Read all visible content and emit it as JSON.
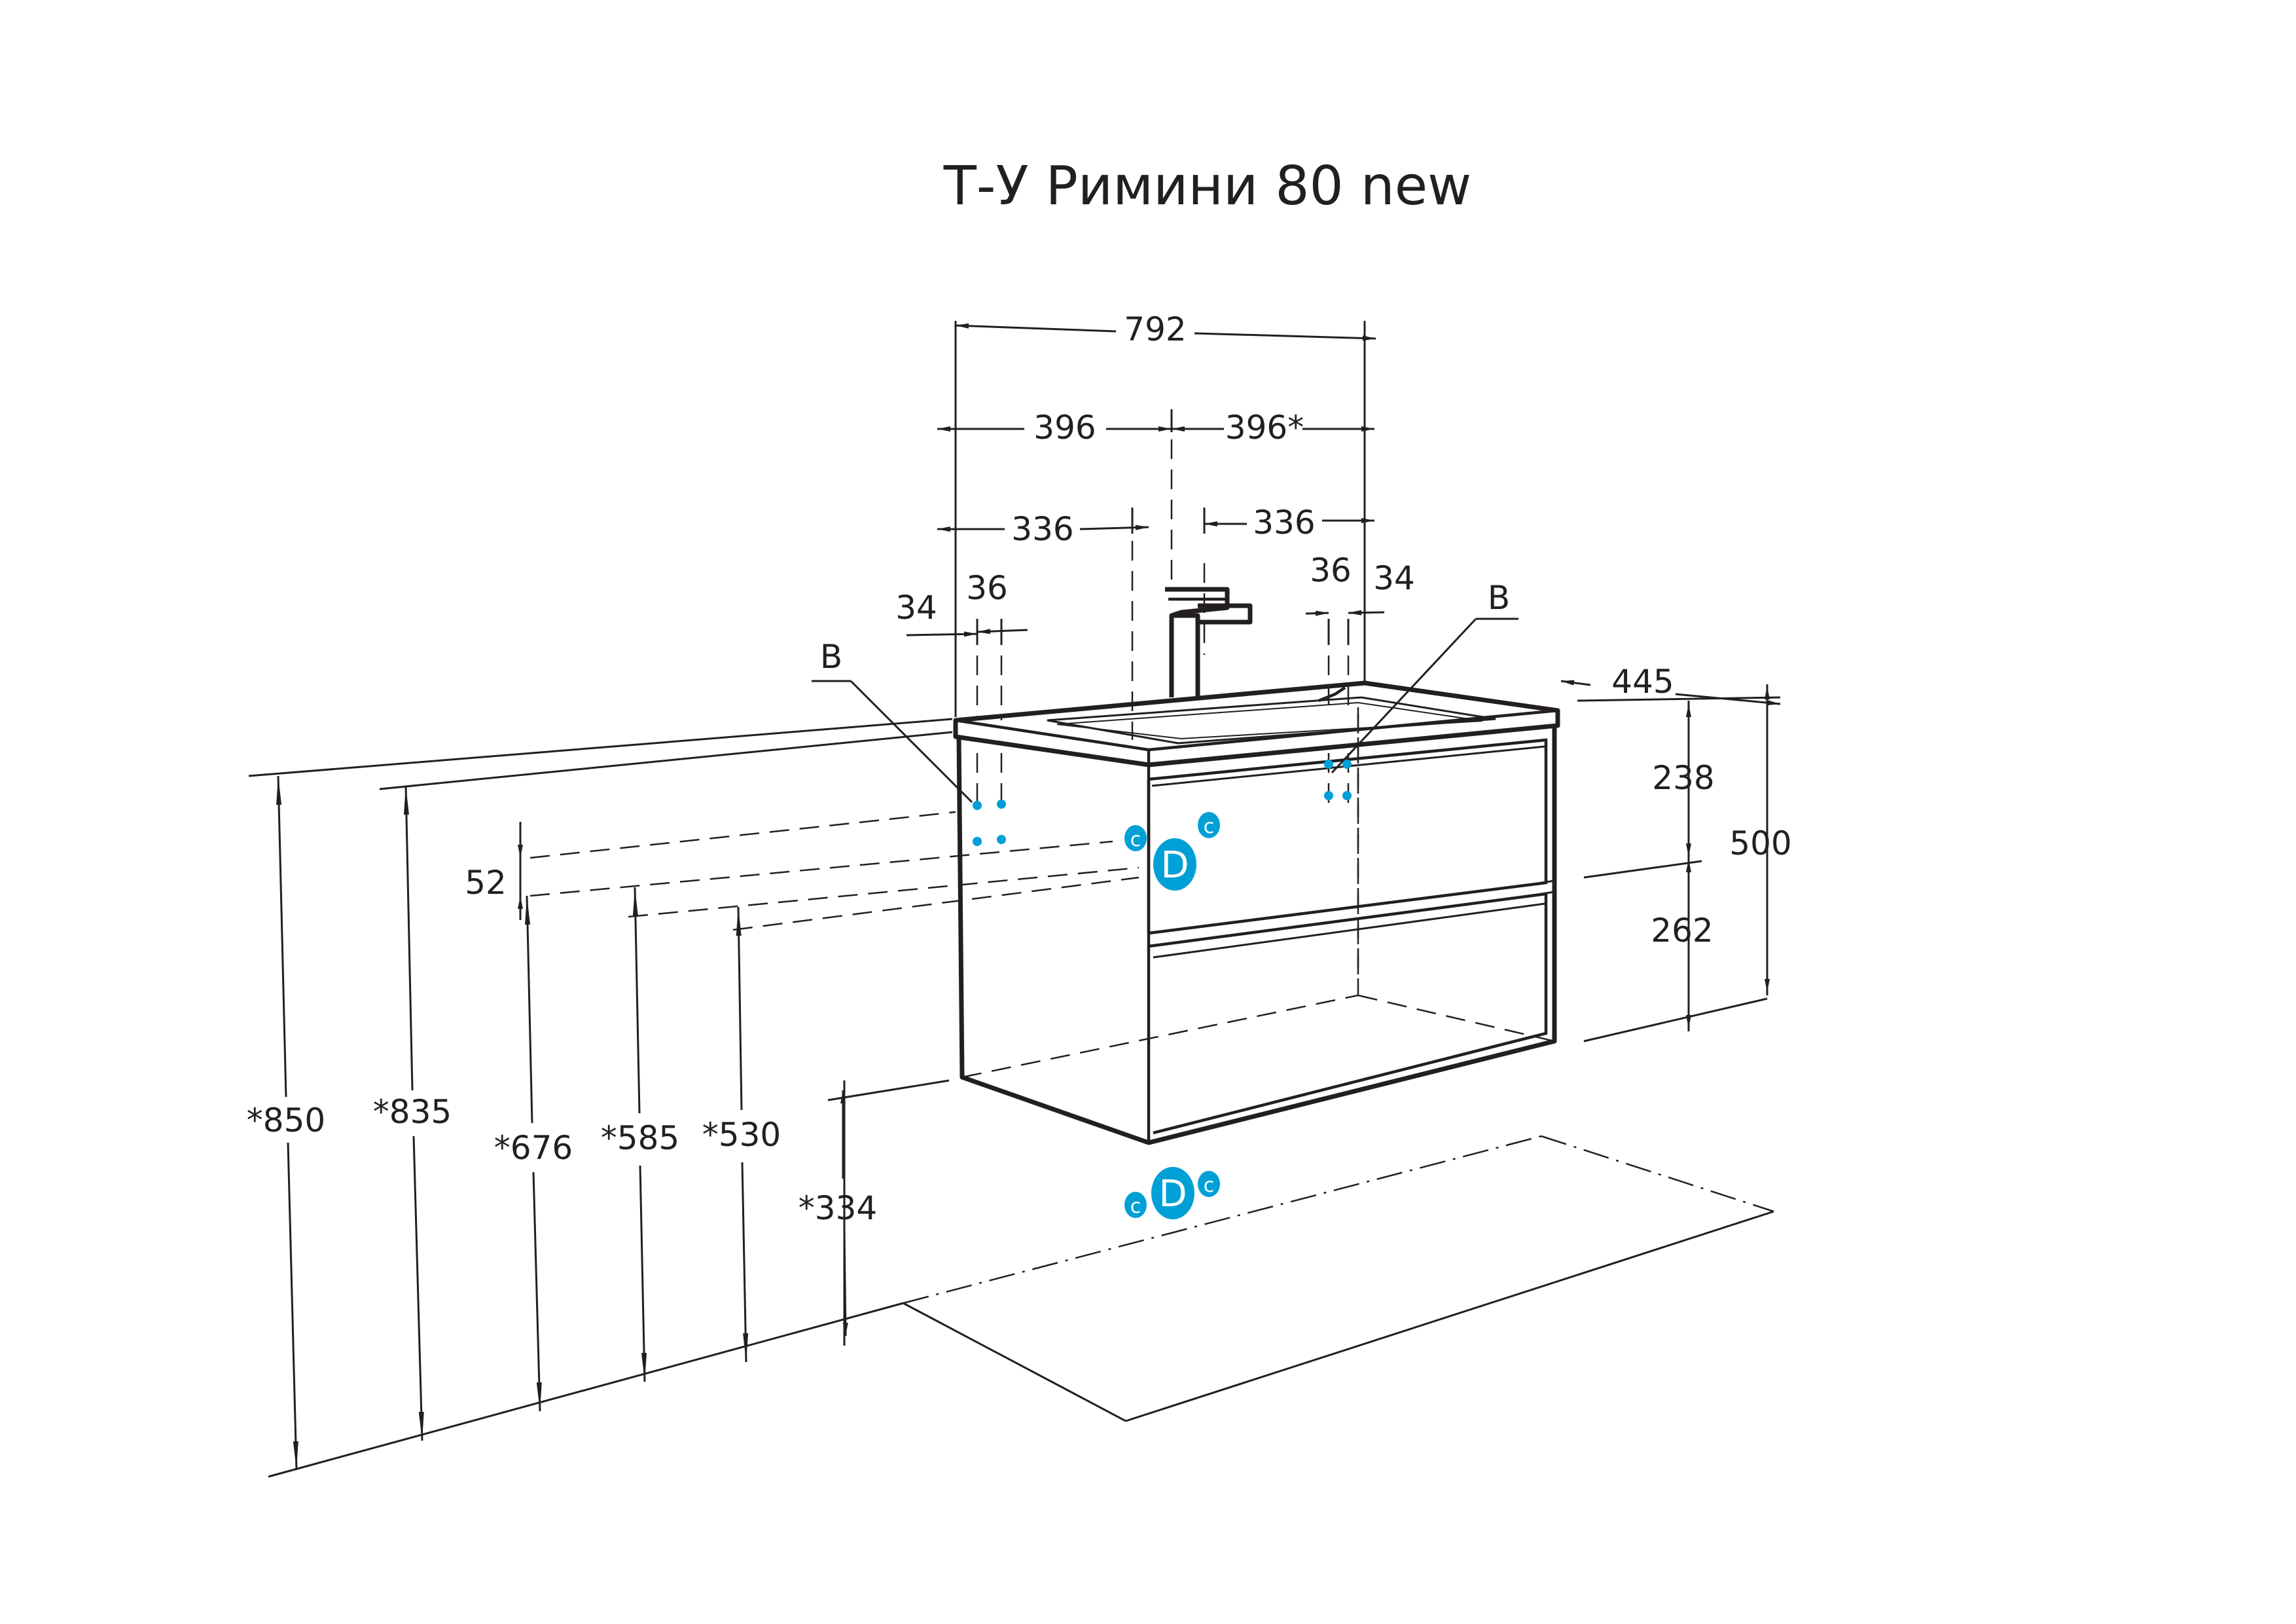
{
  "title": "Т-У Римини 80 new",
  "dimensions": {
    "width_total": "792",
    "half_left": "396",
    "half_right": "396*",
    "offset_left": "336",
    "offset_right": "336",
    "pair_left_a": "34",
    "pair_left_b": "36",
    "pair_right_a": "36",
    "pair_right_b": "34",
    "depth": "445",
    "upper_section": "238",
    "lower_section": "262",
    "height_total": "500",
    "gap_52": "52",
    "h_850": "*850",
    "h_835": "*835",
    "h_676": "*676",
    "h_585": "*585",
    "h_530": "*530",
    "h_334": "*334"
  },
  "labels": {
    "b_left": "B",
    "b_right": "B"
  },
  "connectors": {
    "drain": "D",
    "cold": "c",
    "hot": "c"
  },
  "colors": {
    "line": "#231f20",
    "connector_fill": "#00a0d6",
    "background": "#ffffff"
  }
}
